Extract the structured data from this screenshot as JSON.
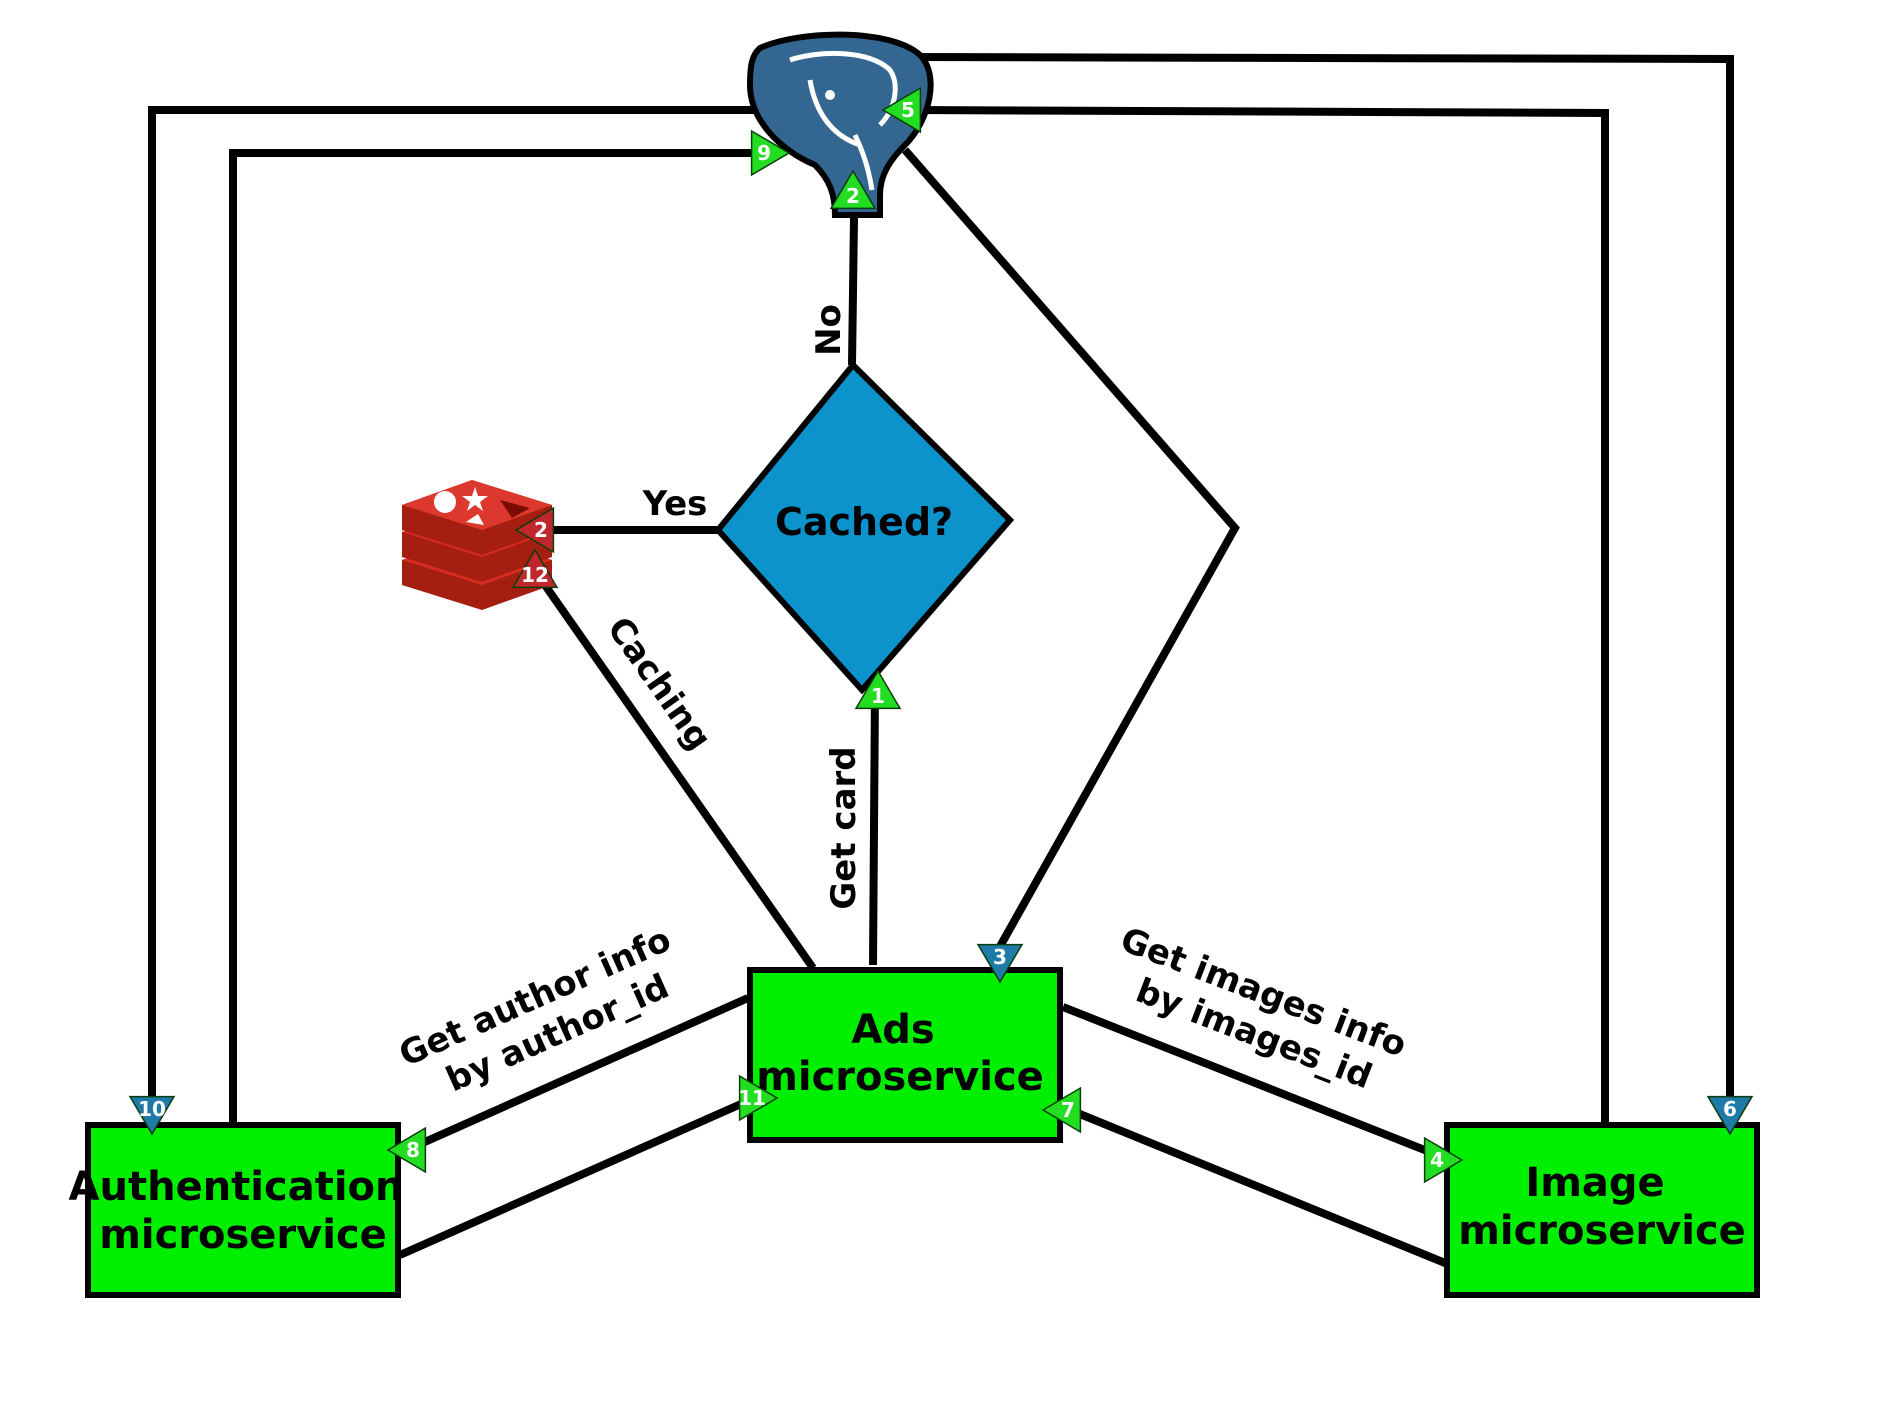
{
  "nodes": {
    "auth": "Authentication\nmicroservice",
    "ads": "Ads\nmicroservice",
    "image": "Image\nmicroservice",
    "cached": "Cached?"
  },
  "labels": {
    "no": "No",
    "yes": "Yes",
    "caching": "Caching",
    "get_card": "Get card",
    "get_author": "Get author info\nby author_id",
    "get_images": "Get images info\nby images_id"
  },
  "steps": [
    "1",
    "2",
    "2",
    "3",
    "4",
    "5",
    "6",
    "7",
    "8",
    "9",
    "10",
    "11",
    "12"
  ],
  "icons": {
    "database": "postgresql-elephant-icon",
    "cache": "redis-cube-icon"
  },
  "colors": {
    "service_box": "#00ee00",
    "decision": "#0c93cc",
    "step_green": "#22dd22",
    "step_blue": "#1f7aa8",
    "step_red": "#c0272d",
    "postgres_blue": "#336791",
    "redis_red": "#d82c20"
  }
}
